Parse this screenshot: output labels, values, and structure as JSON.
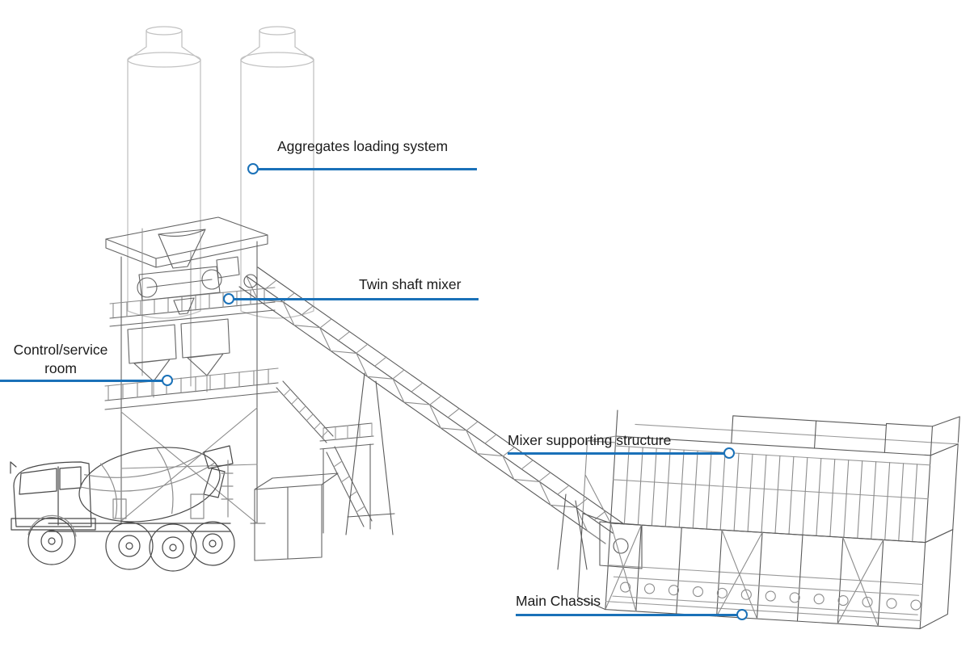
{
  "figure": {
    "subject": "Concrete batching plant annotated diagram",
    "accent_color": "#1a71b8",
    "callouts": [
      {
        "id": "aggregates-loading-system",
        "label": "Aggregates loading system"
      },
      {
        "id": "twin-shaft-mixer",
        "label": "Twin shaft mixer"
      },
      {
        "id": "control-service-room",
        "label": "Control/service room"
      },
      {
        "id": "mixer-supporting-structure",
        "label": "Mixer supporting structure"
      },
      {
        "id": "main-chassis",
        "label": "Main Chassis"
      }
    ],
    "illustration_parts": [
      "cement-silos",
      "batching-tower",
      "twin-shaft-mixer-unit",
      "inclined-belt-conveyor",
      "stair-and-platforms",
      "concrete-mixer-truck",
      "mixer-supporting-structure-walls",
      "main-chassis-frame"
    ]
  }
}
